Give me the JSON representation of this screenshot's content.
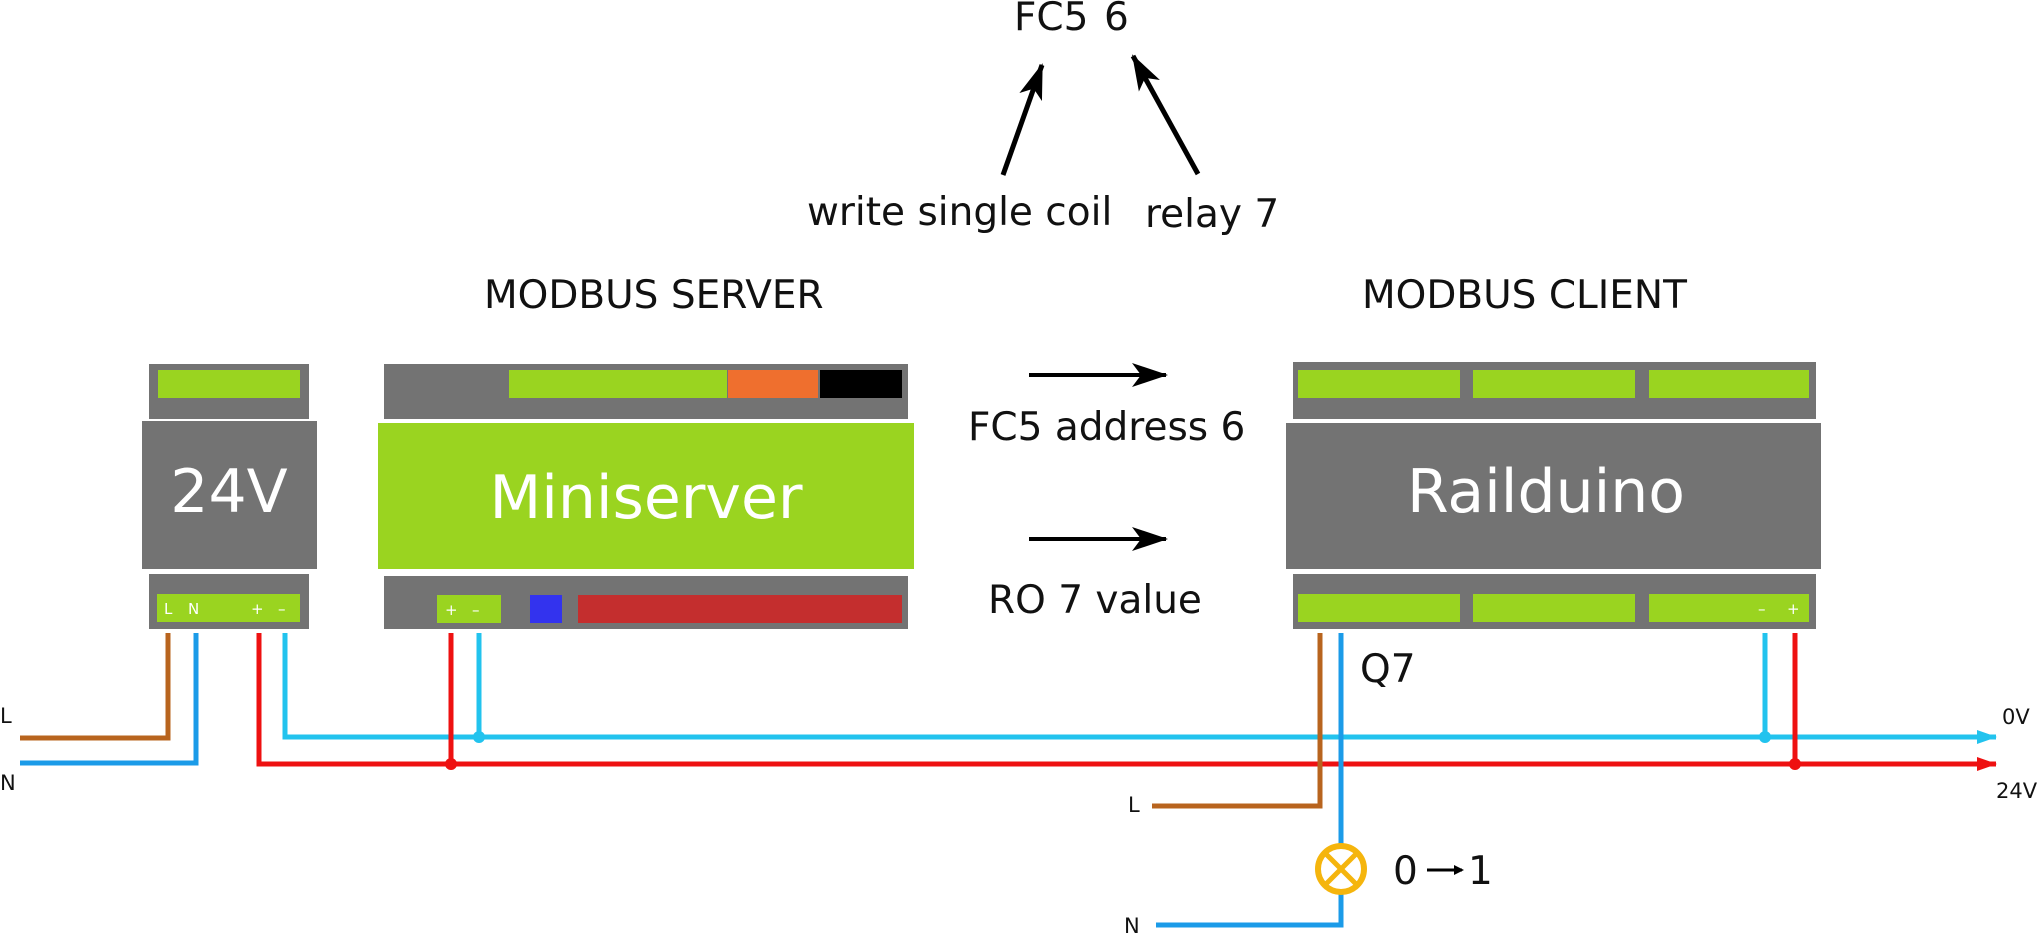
{
  "colors": {
    "module_gray": "#737373",
    "terminal_green": "#9ad420",
    "miniserver_green": "#9ad420",
    "orange": "#ef6f2e",
    "black": "#000000",
    "blue_block": "#3333ee",
    "red_block": "#c42e2e",
    "wire_brown": "#b8641e",
    "wire_blue": "#1b9be8",
    "wire_cyan": "#22c3ee",
    "wire_red": "#ee1111",
    "lamp": "#f5b50d"
  },
  "annotation": {
    "fc_code": "FC5",
    "address_num": "6",
    "desc_fc": "write single coil",
    "desc_addr": "relay 7"
  },
  "headers": {
    "server": "MODBUS SERVER",
    "client": "MODBUS CLIENT"
  },
  "devices": {
    "psu": {
      "label": "24V",
      "pins": [
        "L",
        "N",
        "+",
        "–"
      ]
    },
    "miniserver": {
      "label": "Miniserver",
      "pins": [
        "+",
        "–"
      ]
    },
    "railduino": {
      "label": "Railduino",
      "pins": [
        "–",
        "+"
      ]
    }
  },
  "messages": {
    "request": "FC5  address 6",
    "response": "RO 7 value"
  },
  "wires": {
    "L_left": "L",
    "N_left": "N",
    "zero_v": "0V",
    "twenty_four_v": "24V",
    "L_lamp": "L",
    "N_lamp": "N",
    "q7": "Q7"
  },
  "lamp": {
    "icon": "lamp-icon",
    "from": "0",
    "to": "1"
  }
}
